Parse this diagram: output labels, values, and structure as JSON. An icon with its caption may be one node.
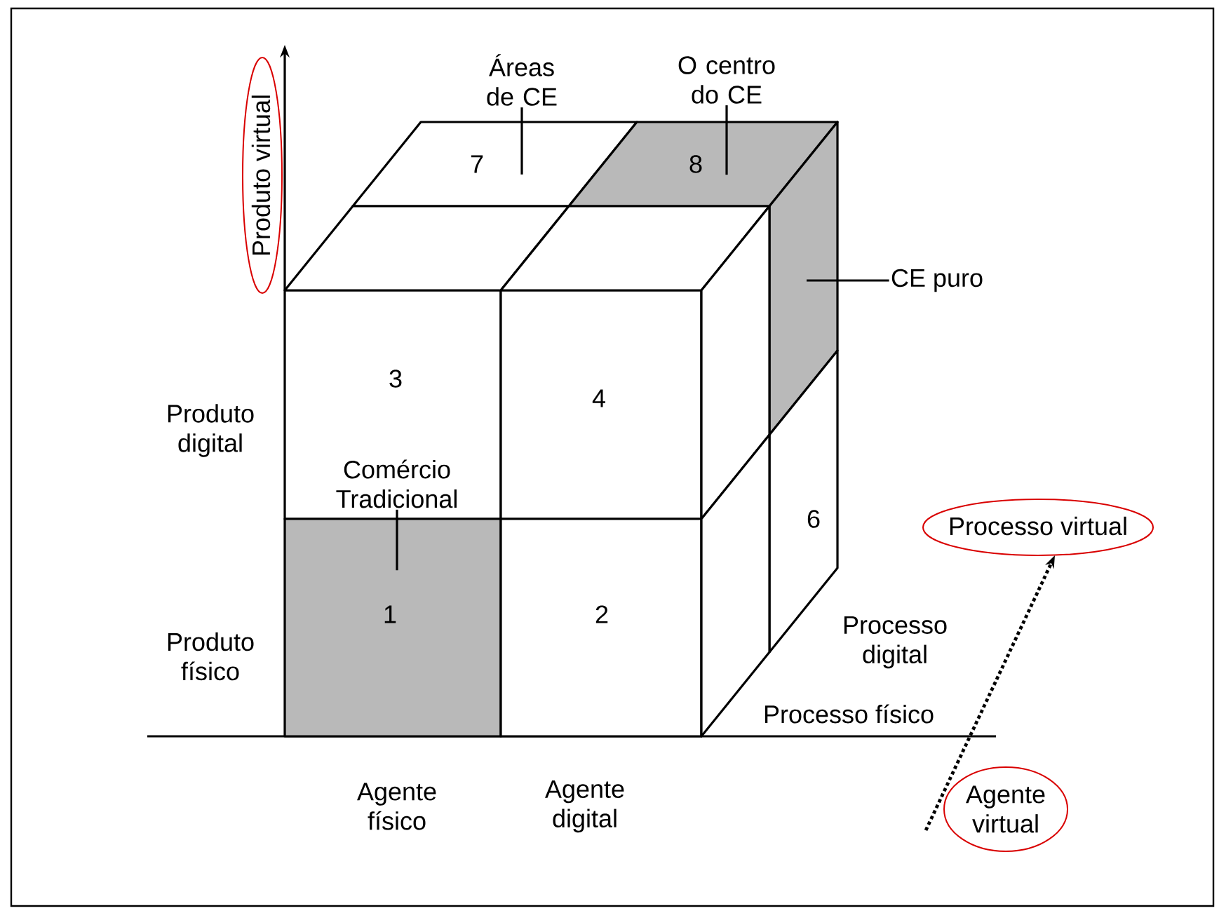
{
  "diagram": {
    "nodes": [
      {
        "text": [
          "7"
        ]
      },
      {
        "text": [
          "8"
        ]
      },
      {
        "text": [
          "3"
        ]
      },
      {
        "text": [
          "4"
        ]
      },
      {
        "text": [
          "1"
        ]
      },
      {
        "text": [
          "2"
        ]
      },
      {
        "text": [],
        "shape": "box"
      },
      {
        "text": [
          "6"
        ]
      },
      {
        "text": [
          "Áreas de CE"
        ]
      },
      {
        "text": [
          "O centro do CE"
        ]
      },
      {
        "text": [
          "CE puro"
        ]
      },
      {
        "text": [
          "Comércio Tradicional"
        ],
        "in": 2
      },
      {
        "text": [],
        "shape": "box"
      },
      {
        "text": [],
        "shape": "box"
      },
      {
        "text": [],
        "shape": "box"
      },
      {
        "text": [],
        "shape": "box"
      }
    ],
    "edges": [
      {
        "from": 8,
        "to": 0,
        "arrow": "none"
      },
      {
        "from": 9,
        "to": 1,
        "arrow": "none"
      },
      {
        "from": 10,
        "to": 6,
        "arrow": "none"
      },
      {
        "from": 11,
        "to": 4,
        "arrow": "none"
      }
    ],
    "labels": [
      "Produto virtual",
      "Produto digital",
      "Produto físico",
      "Processo virtual",
      "Processo digital",
      "Processo físico",
      "Agente físico",
      "Agente digital",
      "Agente virtual"
    ]
  }
}
